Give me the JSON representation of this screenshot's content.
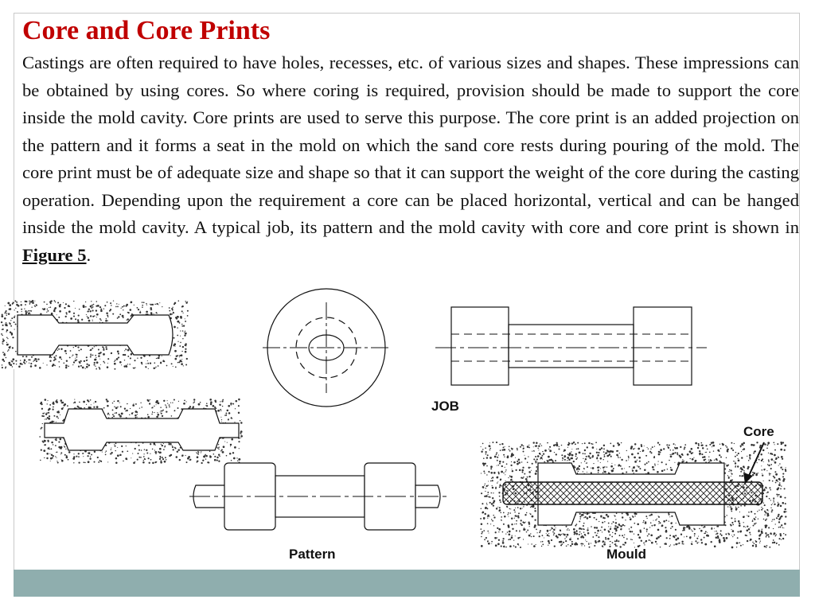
{
  "slide": {
    "title": "Core and Core Prints",
    "paragraph_main": "Castings are often required to have holes, recesses, etc. of various sizes and shapes. These impressions can be obtained by using cores. So where coring is required, provision should be made to support the core inside the mold cavity. Core prints are used to serve this purpose. The core print is an added projection on the pattern and it forms a seat in the mold on which the sand core rests during pouring of the mold. The core print must be of adequate size and shape so that it can support the weight of the core during the casting operation. Depending upon the requirement a core can be placed horizontal, vertical and can be hanged inside the mold cavity. A typical job, its pattern and the mold cavity with core and core print is shown in",
    "figure_ref": " Figure 5",
    "paragraph_end": "."
  },
  "figure": {
    "job_label": "JOB",
    "pattern_label": "Pattern",
    "mould_label": "Mould",
    "core_label": "Core"
  },
  "colors": {
    "title": "#c00000",
    "footer": "#8faeae"
  }
}
